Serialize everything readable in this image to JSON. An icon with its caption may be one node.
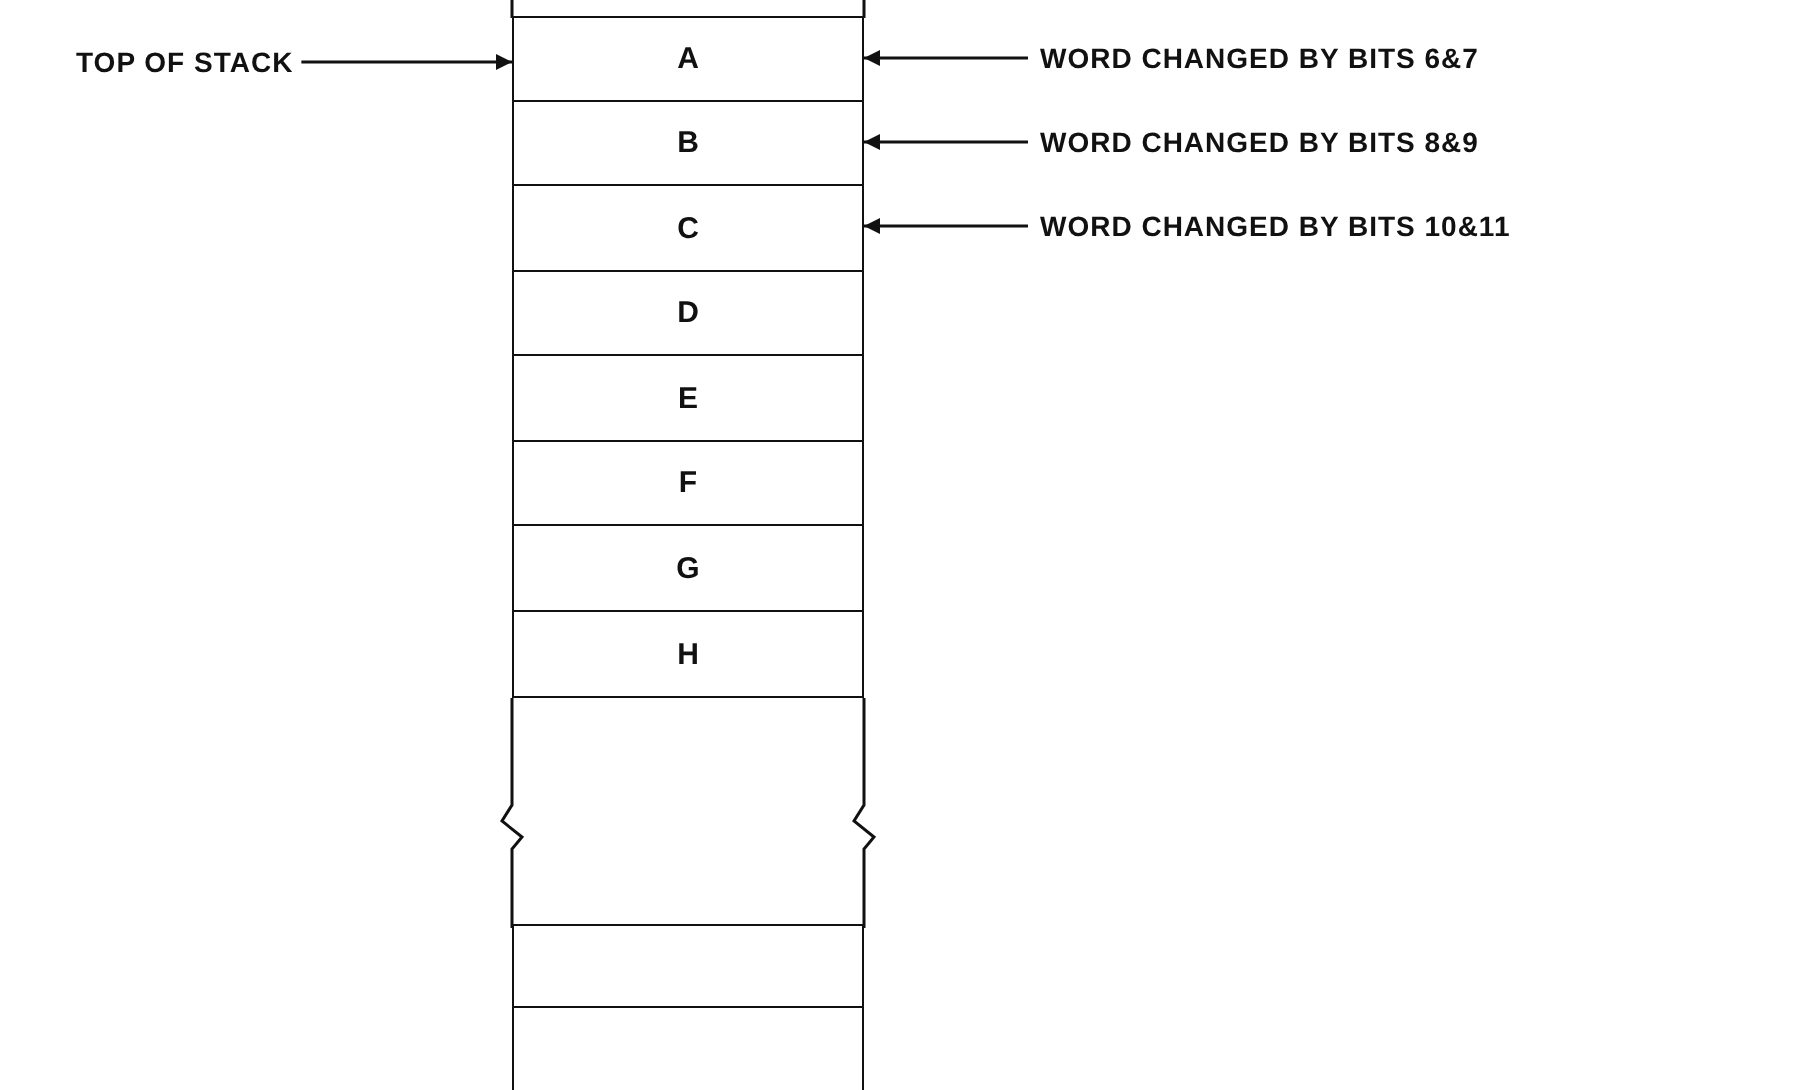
{
  "diagram": {
    "nodes": [
      {
        "text": [
          "TOP OF STACK"
        ]
      },
      {
        "text": [
          "A"
        ]
      },
      {
        "text": [
          "B"
        ]
      },
      {
        "text": [
          "C"
        ]
      },
      {
        "text": [
          "D"
        ]
      },
      {
        "text": [
          "E"
        ]
      },
      {
        "text": [
          "F"
        ]
      },
      {
        "text": [
          "G"
        ]
      },
      {
        "text": [
          "H"
        ]
      },
      {
        "text": [],
        "shape": "box"
      },
      {
        "text": [],
        "shape": "box"
      },
      {
        "text": [],
        "shape": "box"
      },
      {
        "text": [
          "WORD CHANGED BY BITS 6&7"
        ]
      },
      {
        "text": [
          "WORD CHANGED BY BITS 8&9"
        ]
      },
      {
        "text": [
          "WORD CHANGED BY BITS 10&11"
        ]
      }
    ],
    "edges": [
      {
        "from": 0,
        "to": 1,
        "arrow": "to"
      },
      {
        "from": 12,
        "to": 1,
        "arrow": "to"
      },
      {
        "from": 13,
        "to": 2,
        "arrow": "to"
      },
      {
        "from": 14,
        "to": 3,
        "arrow": "to"
      }
    ]
  }
}
